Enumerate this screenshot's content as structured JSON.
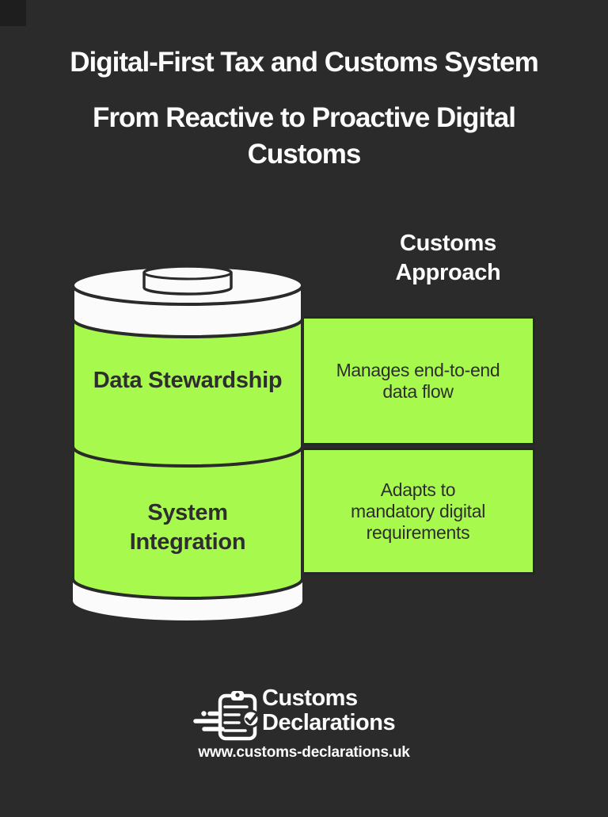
{
  "colors": {
    "background": "#2b2b2b",
    "accent_green": "#a7fa4d",
    "outline_dark": "#2a2a2a",
    "text_light": "#fcfcfc",
    "text_dark": "#2e2e2e"
  },
  "header": {
    "title": "Digital-First Tax and Customs System",
    "subtitle": "From Reactive to Proactive Digital Customs"
  },
  "diagram": {
    "column_header": "Customs Approach",
    "battery": {
      "icon": "battery-cylinder-icon",
      "segments": [
        {
          "label": "Data Stewardship",
          "approach": "Manages end-to-end data flow"
        },
        {
          "label": "System Integration",
          "approach": "Adapts to mandatory digital requirements"
        }
      ]
    }
  },
  "footer": {
    "logo_icon": "clipboard-check-icon",
    "brand_name_line1": "Customs",
    "brand_name_line2": "Declarations",
    "website": "www.customs-declarations.uk"
  }
}
